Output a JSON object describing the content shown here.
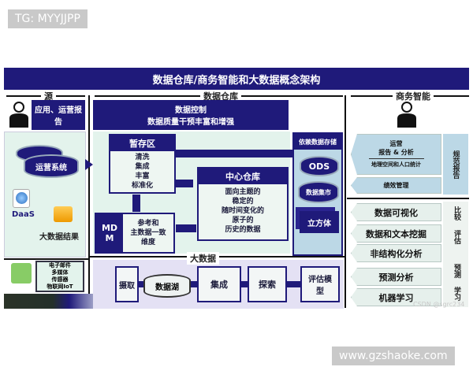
{
  "watermarks": {
    "top_left": "TG: MYYJJPP",
    "bottom_right": "www.gzshaoke.com",
    "csdn": "CSDN @sgrc234"
  },
  "title": "数据仓库/商务智能和大数据概念架构",
  "sections": {
    "source": "源",
    "warehouse": "数据仓库",
    "bi": "商务智能",
    "bigdata": "大数据"
  },
  "source": {
    "app_reports": "应用、运营报告",
    "ops_system": "运营系统",
    "daas": "DaaS",
    "bigdata_results": "大数据结果",
    "unstructured": [
      "电子邮件",
      "多媒体",
      "传感器",
      "物联网IoT"
    ]
  },
  "warehouse": {
    "data_control": [
      "数据控制",
      "数据质量干预丰富和增强"
    ],
    "staging_title": "暂存区",
    "staging_items": [
      "清洗",
      "集成",
      "丰富",
      "标准化"
    ],
    "central_title": "中心仓库",
    "central_desc": [
      "面向主题的",
      "稳定的",
      "随时间变化的",
      "原子的",
      "历史的数据"
    ],
    "mdm": "MDM",
    "mdm_desc": [
      "参考和",
      "主数据一致",
      "维度"
    ],
    "dependent_title": "依赖数据存储",
    "ods": "ODS",
    "mart": "数据集市",
    "cube": "立方体"
  },
  "bigdata": {
    "ingest": "摄取",
    "lake": "数据湖",
    "integrate": "集成",
    "explore": "探索",
    "evaluate": "评估模型"
  },
  "bi": {
    "ops_report": [
      "运营",
      "报告 & 分析"
    ],
    "geo": "地理空间和人口统计",
    "perf": "绩效管理",
    "side_top": "规范报告",
    "items": [
      "数据可视化",
      "数据和文本挖掘",
      "非结构化分析",
      "预测分析",
      "机器学习"
    ],
    "side_labels": [
      "比较",
      "评估",
      "预测",
      "学习"
    ]
  },
  "colors": {
    "navy": "#1f1a7a",
    "light_green": "#e3f3ec",
    "light_blue": "#bcd8e6",
    "lavender": "#e4e1f4"
  }
}
